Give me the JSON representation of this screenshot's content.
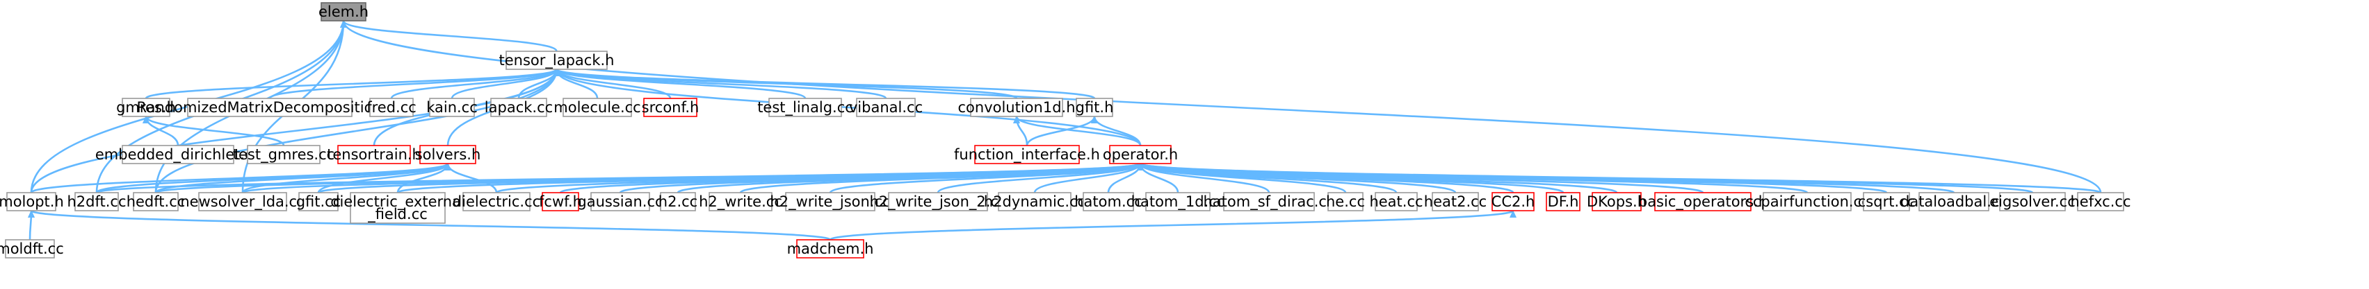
{
  "title": "",
  "colors": {
    "edge": "#63b8ff",
    "node_border": "#999999",
    "node_border_red": "#ff0000",
    "node_fill": "#ffffff",
    "root_fill": "#999999",
    "text": "#000000"
  },
  "nodes": [
    {
      "id": "elem_h",
      "label": "elem.h",
      "kind": "root"
    },
    {
      "id": "tensor_lapack_h",
      "label": "tensor_lapack.h",
      "kind": "normal"
    },
    {
      "id": "gmres_h",
      "label": "gmres.h",
      "kind": "normal"
    },
    {
      "id": "rmd_cc",
      "label": "RandomizedMatrixDecomposition.cc",
      "kind": "normal"
    },
    {
      "id": "fred_cc",
      "label": "fred.cc",
      "kind": "normal"
    },
    {
      "id": "kain_cc",
      "label": "kain.cc",
      "kind": "normal"
    },
    {
      "id": "lapack_cc",
      "label": "lapack.cc",
      "kind": "normal"
    },
    {
      "id": "molecule_cc",
      "label": "molecule.cc",
      "kind": "normal"
    },
    {
      "id": "srconf_h",
      "label": "srconf.h",
      "kind": "red"
    },
    {
      "id": "test_linalg_cc",
      "label": "test_linalg.cc",
      "kind": "normal"
    },
    {
      "id": "vibanal_cc",
      "label": "vibanal.cc",
      "kind": "normal"
    },
    {
      "id": "convolution1d_h",
      "label": "convolution1d.h",
      "kind": "normal"
    },
    {
      "id": "gfit_h",
      "label": "gfit.h",
      "kind": "normal"
    },
    {
      "id": "embedded_dirichlet_cc",
      "label": "embedded_dirichlet.cc",
      "kind": "normal"
    },
    {
      "id": "test_gmres_cc",
      "label": "test_gmres.cc",
      "kind": "normal"
    },
    {
      "id": "tensortrain_h",
      "label": "tensortrain.h",
      "kind": "red"
    },
    {
      "id": "solvers_h",
      "label": "solvers.h",
      "kind": "red"
    },
    {
      "id": "function_interface_h",
      "label": "function_interface.h",
      "kind": "red"
    },
    {
      "id": "operator_h",
      "label": "operator.h",
      "kind": "red"
    },
    {
      "id": "molopt_h",
      "label": "molopt.h",
      "kind": "normal"
    },
    {
      "id": "h2dft_cc",
      "label": "h2dft.cc",
      "kind": "normal"
    },
    {
      "id": "hedft_cc",
      "label": "hedft.cc",
      "kind": "normal"
    },
    {
      "id": "newsolver_lda_cc",
      "label": "newsolver_lda.cc",
      "kind": "normal"
    },
    {
      "id": "gfit_cc",
      "label": "gfit.cc",
      "kind": "normal"
    },
    {
      "id": "dielectric_external_field_cc",
      "label": "dielectric_external\n_field.cc",
      "kind": "normal"
    },
    {
      "id": "dielectric_cc",
      "label": "dielectric.cc",
      "kind": "normal"
    },
    {
      "id": "fcwf_h",
      "label": "fcwf.h",
      "kind": "red"
    },
    {
      "id": "gaussian_cc",
      "label": "gaussian.cc",
      "kind": "normal"
    },
    {
      "id": "h2_cc",
      "label": "h2.cc",
      "kind": "normal"
    },
    {
      "id": "h2_write_cc",
      "label": "h2_write.cc",
      "kind": "normal"
    },
    {
      "id": "h2_write_json_cc",
      "label": "h2_write_json.cc",
      "kind": "normal"
    },
    {
      "id": "h2_write_json_2_cc",
      "label": "h2_write_json_2.cc",
      "kind": "normal"
    },
    {
      "id": "h2dynamic_cc",
      "label": "h2dynamic.cc",
      "kind": "normal"
    },
    {
      "id": "hatom_cc",
      "label": "hatom.cc",
      "kind": "normal"
    },
    {
      "id": "hatom_1d_cc",
      "label": "hatom_1d.cc",
      "kind": "normal"
    },
    {
      "id": "hatom_sf_dirac_cc",
      "label": "hatom_sf_dirac.cc",
      "kind": "normal"
    },
    {
      "id": "he_cc",
      "label": "he.cc",
      "kind": "normal"
    },
    {
      "id": "heat_cc",
      "label": "heat.cc",
      "kind": "normal"
    },
    {
      "id": "heat2_cc",
      "label": "heat2.cc",
      "kind": "normal"
    },
    {
      "id": "cc2_h",
      "label": "CC2.h",
      "kind": "red"
    },
    {
      "id": "df_h",
      "label": "DF.h",
      "kind": "red"
    },
    {
      "id": "dkops_h",
      "label": "DKops.h",
      "kind": "red"
    },
    {
      "id": "basic_operators_h",
      "label": "basic_operators.h",
      "kind": "red"
    },
    {
      "id": "ccpairfunction_cc",
      "label": "ccpairfunction.cc",
      "kind": "normal"
    },
    {
      "id": "csqrt_cc",
      "label": "csqrt.cc",
      "kind": "normal"
    },
    {
      "id": "dataloadbal_cc",
      "label": "dataloadbal.cc",
      "kind": "normal"
    },
    {
      "id": "eigsolver_cc",
      "label": "eigsolver.cc",
      "kind": "normal"
    },
    {
      "id": "hefxc_cc",
      "label": "hefxc.cc",
      "kind": "normal"
    },
    {
      "id": "moldft_cc",
      "label": "moldft.cc",
      "kind": "normal"
    },
    {
      "id": "madchem_h",
      "label": "madchem.h",
      "kind": "red"
    }
  ],
  "edges": [
    [
      "tensor_lapack_h",
      "elem_h"
    ],
    [
      "molopt_h",
      "elem_h"
    ],
    [
      "h2dft_cc",
      "elem_h"
    ],
    [
      "hedft_cc",
      "elem_h"
    ],
    [
      "newsolver_lda_cc",
      "elem_h"
    ],
    [
      "hefxc_cc",
      "elem_h"
    ],
    [
      "gmres_h",
      "tensor_lapack_h"
    ],
    [
      "rmd_cc",
      "tensor_lapack_h"
    ],
    [
      "fred_cc",
      "tensor_lapack_h"
    ],
    [
      "kain_cc",
      "tensor_lapack_h"
    ],
    [
      "lapack_cc",
      "tensor_lapack_h"
    ],
    [
      "molecule_cc",
      "tensor_lapack_h"
    ],
    [
      "srconf_h",
      "tensor_lapack_h"
    ],
    [
      "test_linalg_cc",
      "tensor_lapack_h"
    ],
    [
      "vibanal_cc",
      "tensor_lapack_h"
    ],
    [
      "convolution1d_h",
      "tensor_lapack_h"
    ],
    [
      "gfit_h",
      "tensor_lapack_h"
    ],
    [
      "operator_h",
      "tensor_lapack_h"
    ],
    [
      "solvers_h",
      "tensor_lapack_h"
    ],
    [
      "tensortrain_h",
      "tensor_lapack_h"
    ],
    [
      "molopt_h",
      "tensor_lapack_h"
    ],
    [
      "hedft_cc",
      "tensor_lapack_h"
    ],
    [
      "embedded_dirichlet_cc",
      "gmres_h"
    ],
    [
      "test_gmres_cc",
      "gmres_h"
    ],
    [
      "function_interface_h",
      "convolution1d_h"
    ],
    [
      "operator_h",
      "convolution1d_h"
    ],
    [
      "function_interface_h",
      "gfit_h"
    ],
    [
      "operator_h",
      "gfit_h"
    ],
    [
      "molopt_h",
      "solvers_h"
    ],
    [
      "h2dft_cc",
      "solvers_h"
    ],
    [
      "hedft_cc",
      "solvers_h"
    ],
    [
      "newsolver_lda_cc",
      "solvers_h"
    ],
    [
      "gfit_cc",
      "solvers_h"
    ],
    [
      "dielectric_external_field_cc",
      "solvers_h"
    ],
    [
      "dielectric_cc",
      "solvers_h"
    ],
    [
      "h2dft_cc",
      "operator_h"
    ],
    [
      "hedft_cc",
      "operator_h"
    ],
    [
      "newsolver_lda_cc",
      "operator_h"
    ],
    [
      "gfit_cc",
      "operator_h"
    ],
    [
      "dielectric_external_field_cc",
      "operator_h"
    ],
    [
      "dielectric_cc",
      "operator_h"
    ],
    [
      "fcwf_h",
      "operator_h"
    ],
    [
      "gaussian_cc",
      "operator_h"
    ],
    [
      "h2_cc",
      "operator_h"
    ],
    [
      "h2_write_cc",
      "operator_h"
    ],
    [
      "h2_write_json_cc",
      "operator_h"
    ],
    [
      "h2_write_json_2_cc",
      "operator_h"
    ],
    [
      "h2dynamic_cc",
      "operator_h"
    ],
    [
      "hatom_cc",
      "operator_h"
    ],
    [
      "hatom_1d_cc",
      "operator_h"
    ],
    [
      "hatom_sf_dirac_cc",
      "operator_h"
    ],
    [
      "he_cc",
      "operator_h"
    ],
    [
      "heat_cc",
      "operator_h"
    ],
    [
      "heat2_cc",
      "operator_h"
    ],
    [
      "cc2_h",
      "operator_h"
    ],
    [
      "df_h",
      "operator_h"
    ],
    [
      "dkops_h",
      "operator_h"
    ],
    [
      "basic_operators_h",
      "operator_h"
    ],
    [
      "ccpairfunction_cc",
      "operator_h"
    ],
    [
      "csqrt_cc",
      "operator_h"
    ],
    [
      "dataloadbal_cc",
      "operator_h"
    ],
    [
      "eigsolver_cc",
      "operator_h"
    ],
    [
      "hefxc_cc",
      "operator_h"
    ],
    [
      "moldft_cc",
      "molopt_h"
    ],
    [
      "madchem_h",
      "molopt_h"
    ],
    [
      "madchem_h",
      "cc2_h"
    ]
  ]
}
